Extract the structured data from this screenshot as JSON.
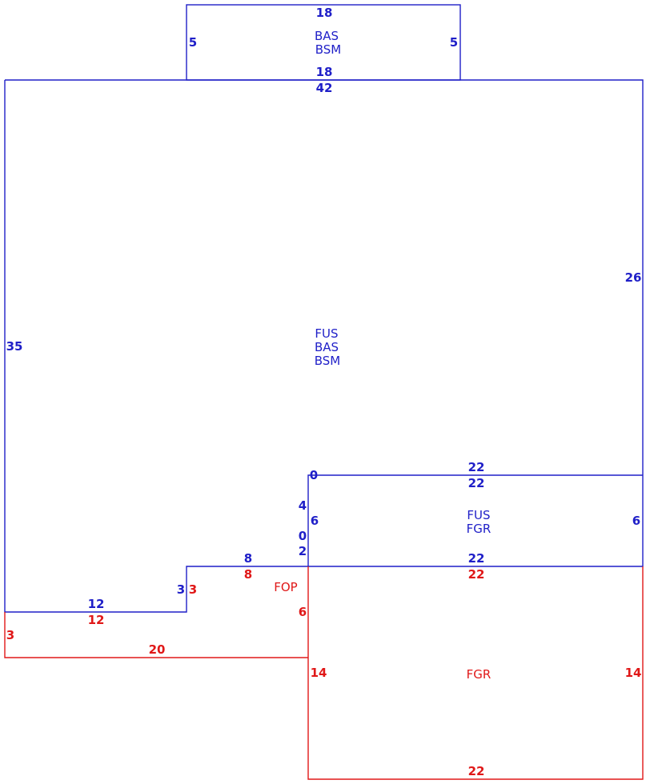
{
  "colors": {
    "blue": "#1f1fc8",
    "red": "#e01818",
    "background": "#ffffff"
  },
  "areas": {
    "top_rect": {
      "codes": [
        "BAS",
        "BSM"
      ]
    },
    "main": {
      "codes": [
        "FUS",
        "BAS",
        "BSM"
      ]
    },
    "garage_upper": {
      "codes": [
        "FUS",
        "FGR"
      ]
    },
    "porch": {
      "codes": [
        "FOP"
      ]
    },
    "garage": {
      "codes": [
        "FGR"
      ]
    }
  },
  "dimensions": {
    "top_rect_top": "18",
    "top_rect_left": "5",
    "top_rect_right": "5",
    "top_rect_bottom": "18",
    "main_top": "42",
    "main_right": "26",
    "main_left": "35",
    "upper_top_outer": "22",
    "upper_top_inner": "22",
    "upper_left_zero": "0",
    "upper_left_outer": "4",
    "upper_left_six": "6",
    "upper_right": "6",
    "step_zero": "0",
    "step_two": "2",
    "upper_bottom": "22",
    "step_top_blue": "8",
    "step_top_red": "8",
    "step_vertical_blue": "3",
    "step_vertical_red": "3",
    "step_bottom_blue": "12",
    "step_bottom_red": "12",
    "porch_left": "3",
    "porch_bottom": "20",
    "porch_right": "6",
    "garage_top": "22",
    "garage_left": "14",
    "garage_right": "14",
    "garage_bottom": "22"
  }
}
